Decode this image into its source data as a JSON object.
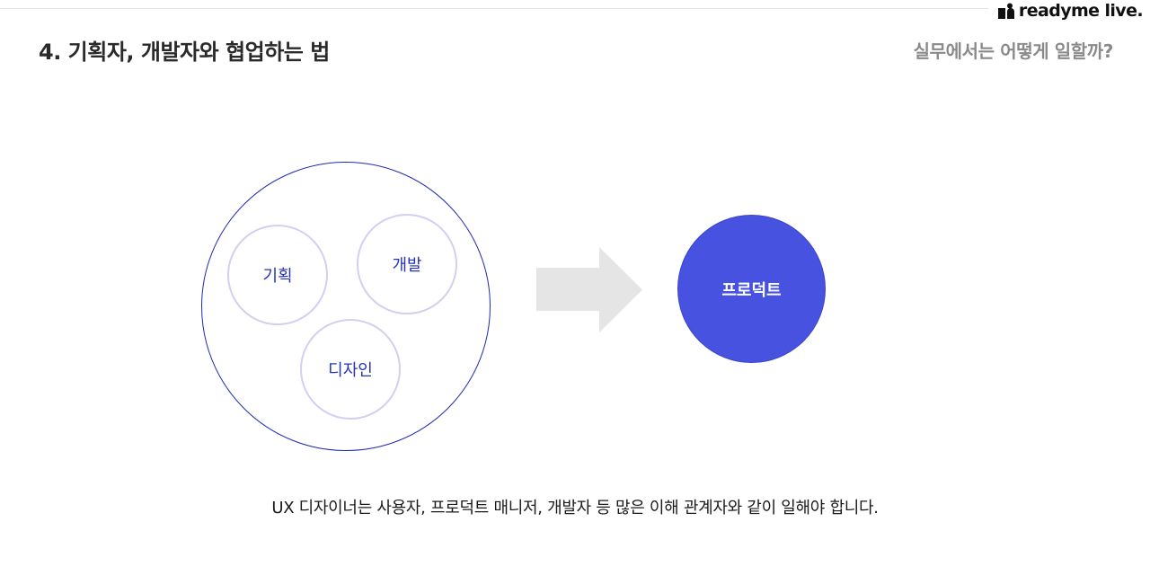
{
  "brand": {
    "logo_text": "readyme live."
  },
  "header": {
    "title": "4. 기획자, 개발자와 협업하는 법",
    "subtitle": "실무에서는 어떻게 일할까?"
  },
  "diagram": {
    "roles": [
      {
        "label": "기획"
      },
      {
        "label": "개발"
      },
      {
        "label": "디자인"
      }
    ],
    "arrow_icon": "right-arrow-icon",
    "result_label": "프로덕트",
    "colors": {
      "team_outline": "#1f2bb0",
      "role_outline": "#d3cff0",
      "role_text": "#2632b8",
      "arrow": "#e5e5e5",
      "product_fill": "#4752e0"
    }
  },
  "caption": "UX 디자이너는 사용자, 프로덕트 매니저, 개발자 등 많은 이해 관계자와 같이 일해야 합니다."
}
